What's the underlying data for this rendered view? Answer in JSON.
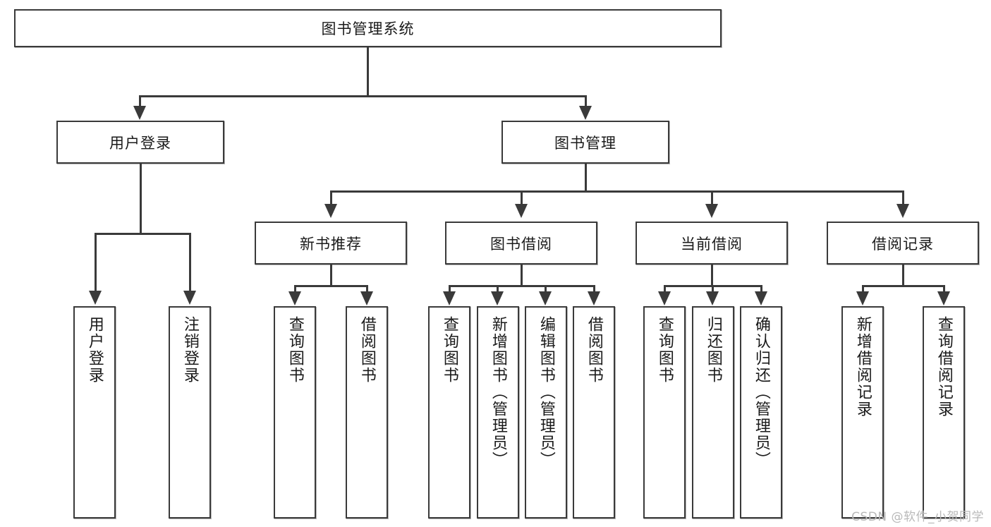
{
  "diagram": {
    "title": "图书管理系统",
    "root": {
      "label": "图书管理系统"
    },
    "level2": [
      {
        "label": "用户登录"
      },
      {
        "label": "图书管理"
      }
    ],
    "level3": [
      {
        "label": "新书推荐"
      },
      {
        "label": "图书借阅"
      },
      {
        "label": "当前借阅"
      },
      {
        "label": "借阅记录"
      }
    ],
    "leaves": {
      "user_login": [
        {
          "label": "用户登录"
        },
        {
          "label": "注销登录"
        }
      ],
      "new_book_recommend": [
        {
          "label": "查询图书"
        },
        {
          "label": "借阅图书"
        }
      ],
      "book_borrow": [
        {
          "label": "查询图书"
        },
        {
          "label": "新增图书（管理员）"
        },
        {
          "label": "编辑图书（管理员）"
        },
        {
          "label": "借阅图书"
        }
      ],
      "current_borrow": [
        {
          "label": "查询图书"
        },
        {
          "label": "归还图书"
        },
        {
          "label": "确认归还（管理员）"
        }
      ],
      "borrow_record": [
        {
          "label": "新增借阅记录"
        },
        {
          "label": "查询借阅记录"
        }
      ]
    }
  },
  "watermark": {
    "text": "CSDN @软件_小贺同学"
  },
  "colors": {
    "stroke": "#3a3a3a",
    "fill": "#ffffff",
    "text": "#1a1a1a",
    "watermark": "#b9b9b9"
  }
}
